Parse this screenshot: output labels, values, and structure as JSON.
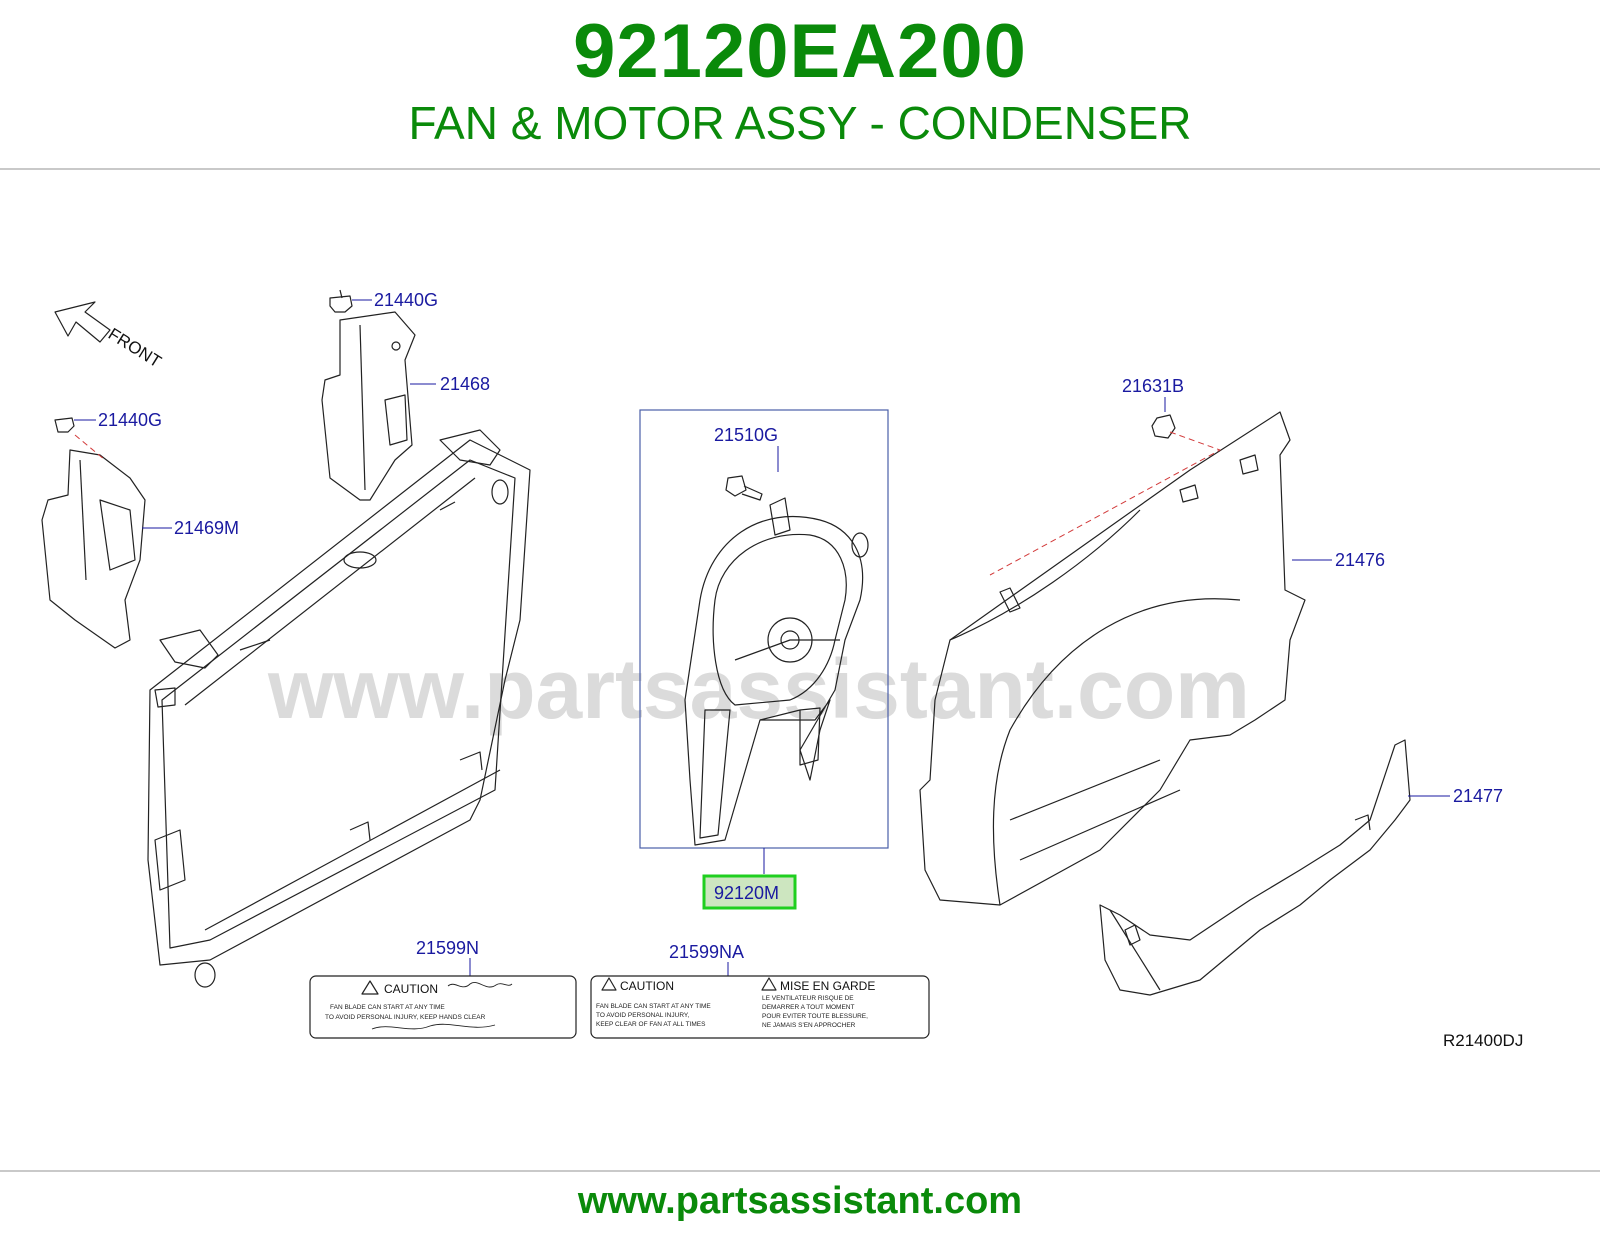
{
  "header": {
    "part_number": "92120EA200",
    "part_name": "FAN & MOTOR ASSY - CONDENSER"
  },
  "diagram": {
    "watermark": "www.partsassistant.com",
    "orientation_label": "FRONT",
    "reference_code": "R21400DJ",
    "callouts": {
      "c_21440G_top": "21440G",
      "c_21468": "21468",
      "c_21440G_left": "21440G",
      "c_21469M": "21469M",
      "c_21510G": "21510G",
      "c_92120M": "92120M",
      "c_21631B": "21631B",
      "c_21476": "21476",
      "c_21477": "21477",
      "c_21599N": "21599N",
      "c_21599NA": "21599NA"
    },
    "highlighted_part": "92120M",
    "highlight_color": "#1fcf1f",
    "caution_label_1": {
      "heading": "CAUTION",
      "line1": "FAN BLADE CAN START AT ANY TIME",
      "line2": "TO AVOID PERSONAL INJURY, KEEP HANDS CLEAR"
    },
    "caution_label_2": {
      "heading_en": "CAUTION",
      "heading_fr": "MISE EN GARDE",
      "en_line1": "FAN BLADE CAN START AT ANY TIME",
      "en_line2": "TO AVOID PERSONAL INJURY,",
      "en_line3": "KEEP CLEAR OF FAN AT ALL TIMES",
      "fr_line1": "LE VENTILATEUR RISQUE DE",
      "fr_line2": "DEMARRER A TOUT MOMENT",
      "fr_line3": "POUR EVITER TOUTE BLESSURE,",
      "fr_line4": "NE JAMAIS S'EN APPROCHER"
    }
  },
  "footer": {
    "url": "www.partsassistant.com"
  },
  "colors": {
    "brand_green": "#0a8a0a",
    "callout_blue": "#1a1aa0"
  }
}
